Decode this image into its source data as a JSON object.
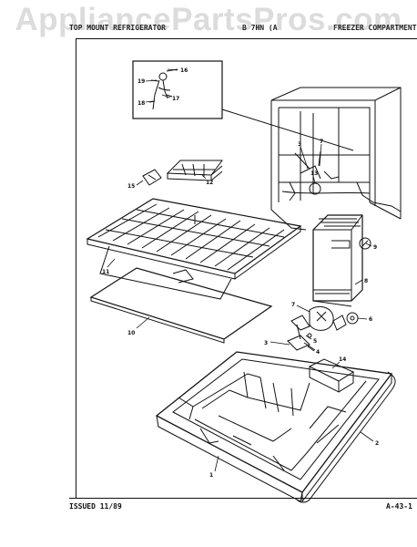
{
  "watermark": "AppliancePartsPros.com",
  "header": {
    "left": "TOP MOUNT REFRIGERATOR",
    "model": "B 7HN (A",
    "section": "FREEZER COMPARTMENT"
  },
  "footer": {
    "issued": "ISSUED 11/89",
    "page": "A-43-1"
  },
  "callouts": [
    "1",
    "2",
    "3",
    "4",
    "5",
    "6",
    "7",
    "8",
    "9",
    "10",
    "11",
    "12",
    "13",
    "14",
    "15",
    "16",
    "17",
    "18",
    "19"
  ]
}
